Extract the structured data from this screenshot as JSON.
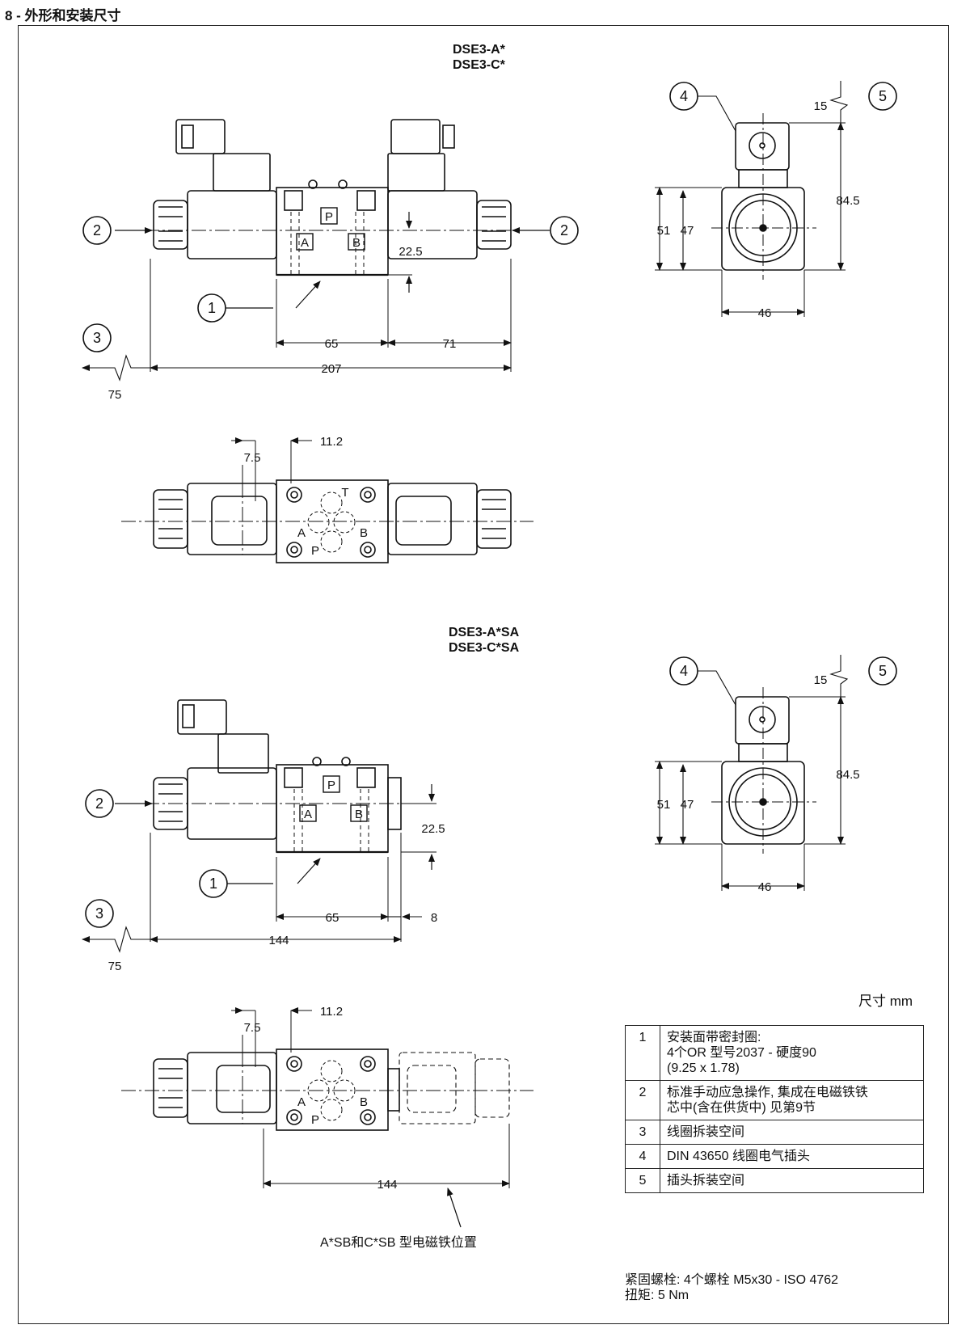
{
  "section_title": "8 - 外形和安装尺寸",
  "model_top": [
    "DSE3-A*",
    "DSE3-C*"
  ],
  "model_sa": [
    "DSE3-A*SA",
    "DSE3-C*SA"
  ],
  "dims": {
    "d207": "207",
    "d65": "65",
    "d71": "71",
    "d75": "75",
    "d22_5": "22.5",
    "d7_5": "7.5",
    "d11_2": "11.2",
    "d15": "15",
    "d84_5": "84.5",
    "d51": "51",
    "d47": "47",
    "d46": "46",
    "d144": "144",
    "d8": "8"
  },
  "callouts": [
    "1",
    "2",
    "3",
    "4",
    "5"
  ],
  "ports": {
    "p": "P",
    "a": "A",
    "b": "B",
    "t": "T"
  },
  "units_label": "尺寸  mm",
  "legend": [
    {
      "num": "1",
      "lines": [
        "安装面带密封圈:",
        "4个OR 型号2037 - 硬度90",
        "(9.25 x 1.78)"
      ]
    },
    {
      "num": "2",
      "lines": [
        "标准手动应急操作, 集成在电磁铁铁",
        "芯中(含在供货中) 见第9节"
      ]
    },
    {
      "num": "3",
      "lines": [
        "线圈拆装空间"
      ]
    },
    {
      "num": "4",
      "lines": [
        "DIN 43650 线圈电气插头"
      ]
    },
    {
      "num": "5",
      "lines": [
        "插头拆装空间"
      ]
    }
  ],
  "fastening": [
    "紧固螺栓:  4个螺栓  M5x30 - ISO 4762",
    "扭矩:  5 Nm"
  ],
  "sb_caption": "A*SB和C*SB 型电磁铁位置"
}
